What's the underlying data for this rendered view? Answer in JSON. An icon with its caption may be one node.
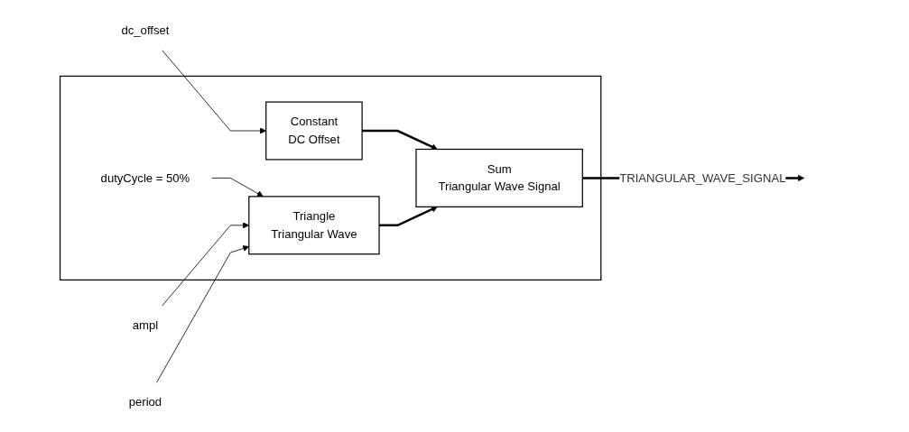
{
  "diagram": {
    "nodes": [
      {
        "text": [],
        "shape": "box"
      },
      {
        "text": [
          "ampl"
        ]
      },
      {
        "text": [
          "period"
        ]
      },
      {
        "text": [
          "dc_offset"
        ]
      },
      {
        "text": [
          "dutyCycle = 50%"
        ],
        "in": 0
      },
      {
        "text": [
          "Constant",
          "DC Offset"
        ],
        "in": 0
      },
      {
        "text": [
          "Triangle",
          "Triangular Wave"
        ],
        "in": 0
      },
      {
        "text": [
          "Sum",
          "Triangular Wave Signal"
        ],
        "in": 0
      }
    ],
    "edges": [
      {
        "from": 3,
        "to": 5,
        "arrow": "to"
      },
      {
        "from": 4,
        "to": 6,
        "arrow": "to"
      },
      {
        "from": 1,
        "to": 6,
        "arrow": "to"
      },
      {
        "from": 2,
        "to": 6,
        "arrow": "to"
      },
      {
        "from": 5,
        "to": 7,
        "arrow": "to",
        "style": "thick"
      },
      {
        "from": 6,
        "to": 7,
        "arrow": "to",
        "style": "thick"
      },
      {
        "from": 7,
        "to": null,
        "arrow": "to",
        "style": "thick",
        "label": "TRIANGULAR_WAVE_SIGNAL"
      }
    ]
  }
}
